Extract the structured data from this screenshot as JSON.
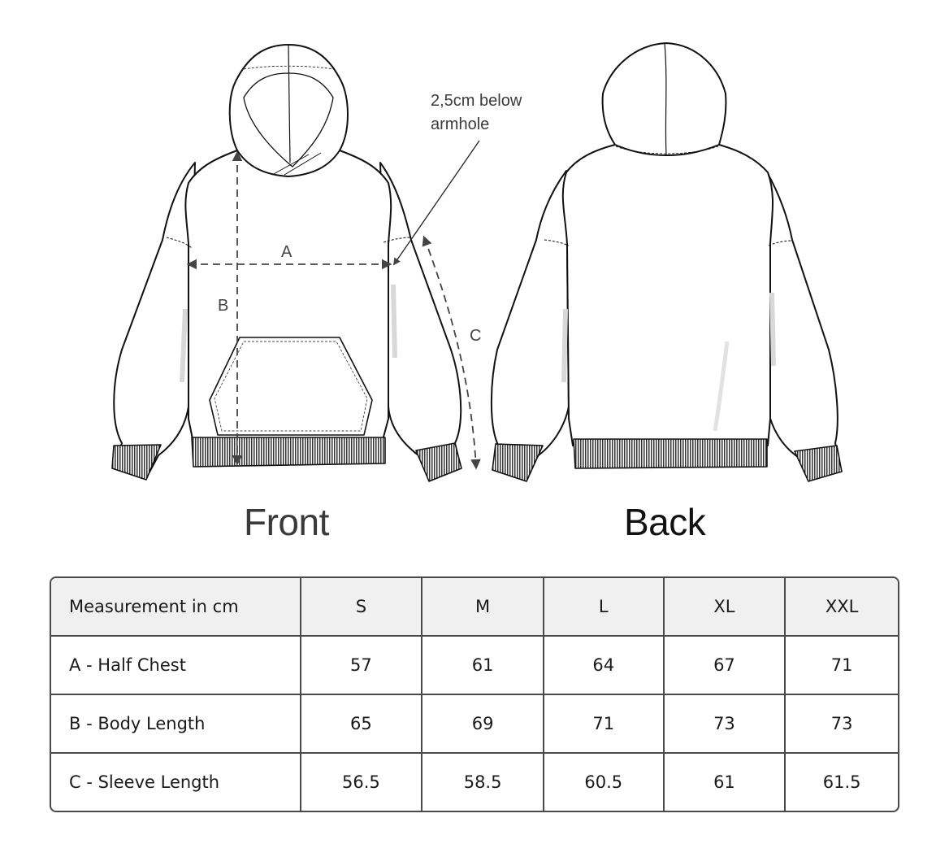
{
  "diagram": {
    "views": [
      {
        "id": "front",
        "label": "Front"
      },
      {
        "id": "back",
        "label": "Back"
      }
    ],
    "annotation_note": [
      "2,5cm below",
      "armhole"
    ],
    "dimension_labels": {
      "a": "A",
      "b": "B",
      "c": "C"
    },
    "colors": {
      "line": "#111111",
      "dimension": "#444444",
      "rib": "#333333",
      "shade": "#d8d8d8"
    }
  },
  "size_table": {
    "header": [
      "Measurement in cm",
      "S",
      "M",
      "L",
      "XL",
      "XXL"
    ],
    "rows": [
      {
        "label": "A - Half Chest",
        "values": [
          "57",
          "61",
          "64",
          "67",
          "71"
        ]
      },
      {
        "label": "B - Body Length",
        "values": [
          "65",
          "69",
          "71",
          "73",
          "73"
        ]
      },
      {
        "label": "C - Sleeve Length",
        "values": [
          "56.5",
          "58.5",
          "60.5",
          "61",
          "61.5"
        ]
      }
    ],
    "colors": {
      "border": "#4a4a4a",
      "header_bg": "#f0f0f0"
    }
  }
}
